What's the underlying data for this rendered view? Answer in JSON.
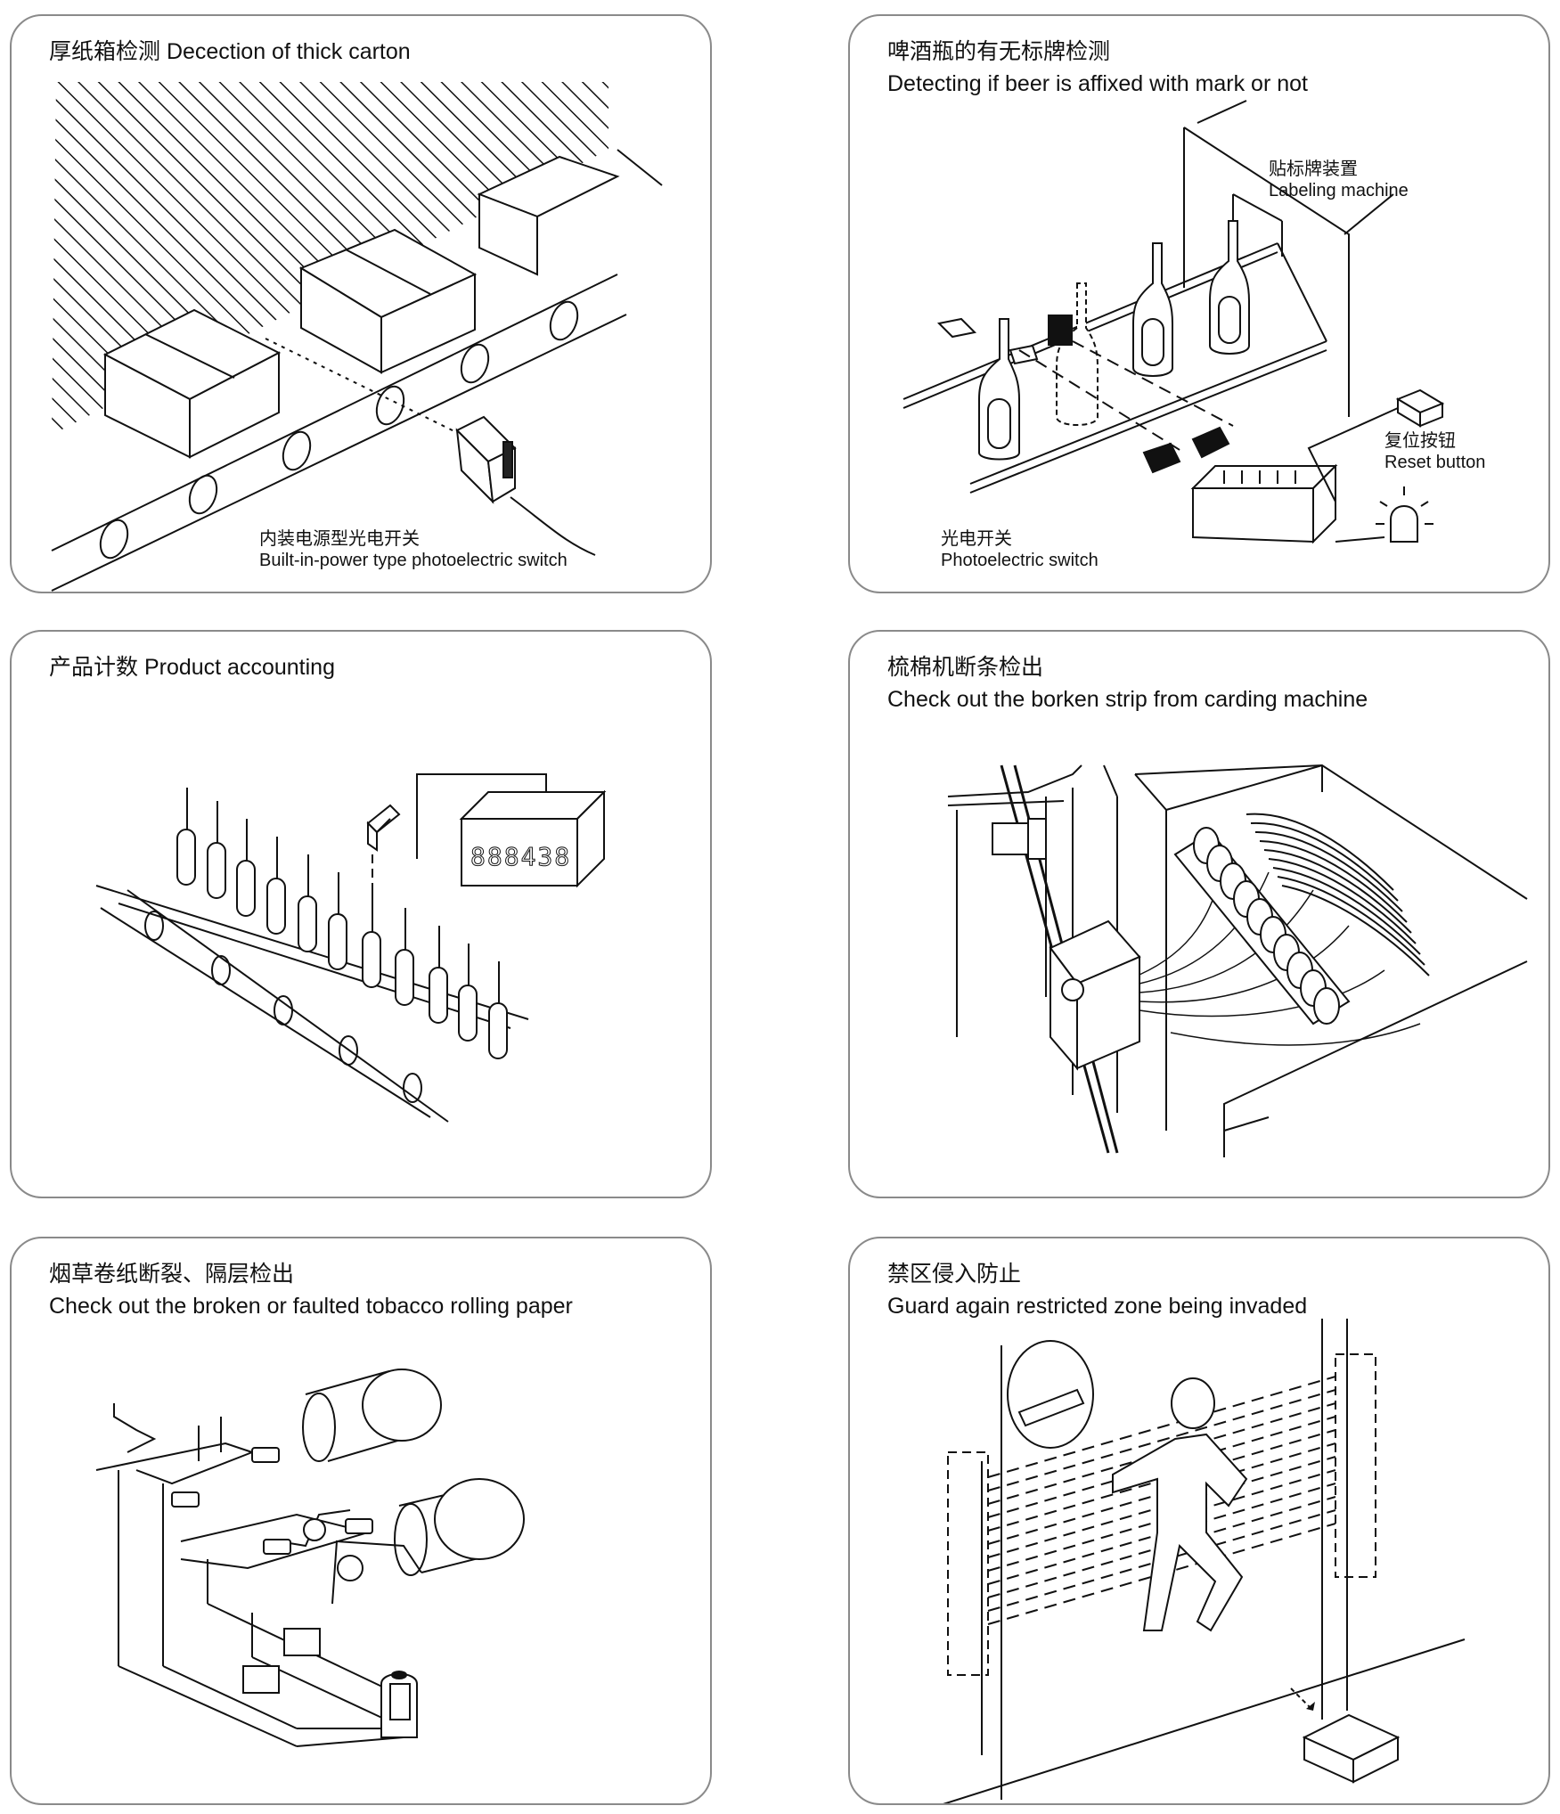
{
  "panels": [
    {
      "id": "thick-carton",
      "title_line1": "厚纸箱检测 Decection of thick carton",
      "title_line2": "",
      "labels": [
        {
          "cn": "内装电源型光电开关",
          "en": "Built-in-power type photoelectric switch"
        }
      ]
    },
    {
      "id": "beer-label",
      "title_line1": "啤酒瓶的有无标牌检测",
      "title_line2": "Detecting if beer is affixed with mark or not",
      "labels": [
        {
          "cn": "贴标牌装置",
          "en": "Labeling machine"
        },
        {
          "cn": "复位按钮",
          "en": "Reset button"
        },
        {
          "cn": "光电开关",
          "en": "Photoelectric switch"
        }
      ]
    },
    {
      "id": "product-counting",
      "title_line1": "产品计数 Product accounting",
      "title_line2": "",
      "counter_display": "888438",
      "labels": []
    },
    {
      "id": "carding-machine",
      "title_line1": "梳棉机断条检出",
      "title_line2": "Check out the borken strip from carding machine",
      "labels": []
    },
    {
      "id": "tobacco-paper",
      "title_line1": "烟草卷纸断裂、隔层检出",
      "title_line2": "Check out the broken or faulted tobacco rolling paper",
      "labels": []
    },
    {
      "id": "restricted-zone",
      "title_line1": "禁区侵入防止",
      "title_line2": "Guard again restricted zone being invaded",
      "labels": []
    }
  ],
  "colors": {
    "ink": "#111111",
    "border": "#8a8a8a",
    "background": "#ffffff"
  }
}
